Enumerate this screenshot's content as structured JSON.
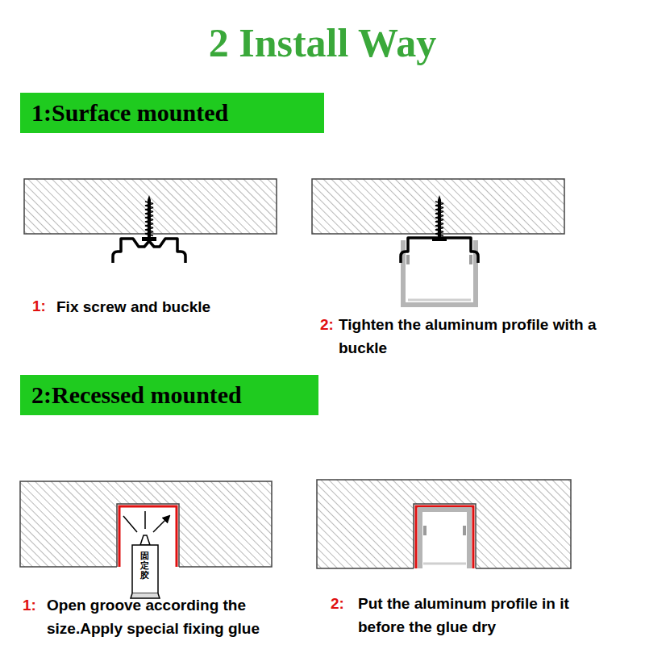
{
  "diagram": {
    "title": "2 Install Way",
    "nodes": [
      {
        "text": [
          "1:Surface mounted"
        ]
      },
      {
        "text": [
          "2:Recessed mounted"
        ]
      }
    ],
    "labels": [
      "1:",
      "Fix screw and buckle",
      "2:",
      "Tighten the aluminum profile with a buckle",
      "1:",
      "Open groove according the size.Apply special fixing glue",
      "2:",
      "Put the aluminum profile in it before the glue dry",
      "固定胶"
    ]
  }
}
